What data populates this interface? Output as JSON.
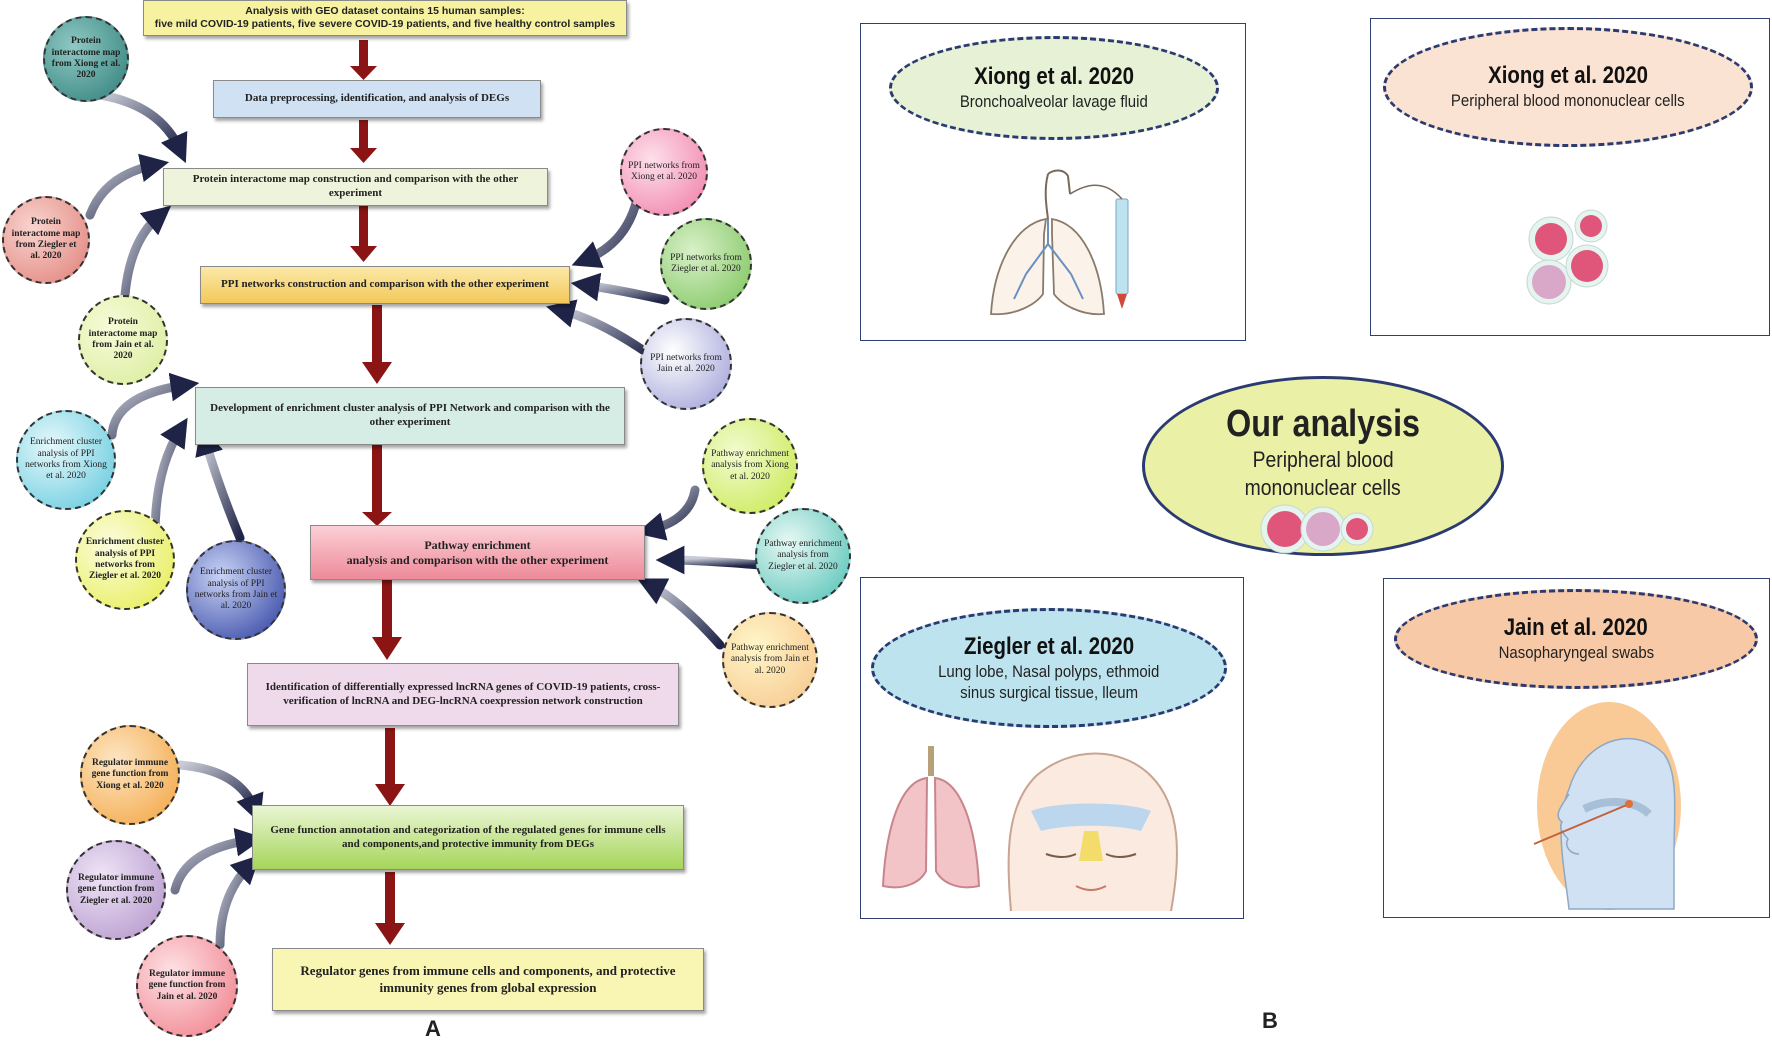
{
  "panel_a": {
    "label": "A",
    "steps": [
      {
        "text": "Analysis with GEO dataset contains 15 human samples:\nfive mild COVID-19 patients, five severe COVID-19 patients, and five healthy control samples"
      },
      {
        "text": "Data preprocessing, identification, and analysis of DEGs"
      },
      {
        "text": "Protein interactome map construction and comparison with the other experiment"
      },
      {
        "text": "PPI networks construction and comparison with the other experiment"
      },
      {
        "text": "Development of enrichment cluster analysis of PPI Network and comparison with the other experiment"
      },
      {
        "text": "Pathway enrichment\nanalysis and comparison with the other experiment"
      },
      {
        "text": "Identification of differentially expressed lncRNA genes of COVID-19 patients, cross-verification of  lncRNA and DEG-lncRNA coexpression network construction"
      },
      {
        "text": "Gene function annotation and categorization of the regulated  genes for immune cells and  components,and protective immunity from DEGs"
      },
      {
        "text": "Regulator genes from immune cells and components, and protective immunity genes from global expression"
      }
    ],
    "circles": [
      {
        "text": "Protein interactome map from Xiong et al. 2020",
        "color": "#2f7d78"
      },
      {
        "text": "Protein interactome map from Ziegler  et al. 2020",
        "color": "#e07f78"
      },
      {
        "text": "Protein interactome map from Jain et al. 2020",
        "color": "#d9ec9a"
      },
      {
        "text": "PPI networks from Xiong et al. 2020",
        "color": "#f07aa6"
      },
      {
        "text": "PPI networks from Ziegler  et al. 2020",
        "color": "#7ac35a"
      },
      {
        "text": "PPI networks from Jain et al. 2020",
        "color": "#9a9ad6"
      },
      {
        "text": "Enrichment cluster analysis of PPI networks from Xiong et al. 2020",
        "color": "#5cc7dc"
      },
      {
        "text": "Enrichment cluster analysis of PPI networks from Ziegler et al. 2020",
        "color": "#e5ec4a"
      },
      {
        "text": "Enrichment cluster analysis of PPI networks from Jain et al. 2020",
        "color": "#2a3c9e"
      },
      {
        "text": "Pathway enrichment analysis from Xiong et al. 2020",
        "color": "#c7e84a"
      },
      {
        "text": "Pathway enrichment analysis from Ziegler et al. 2020",
        "color": "#4cc0b4"
      },
      {
        "text": "Pathway enrichment analysis from Jain et al. 2020",
        "color": "#f6c48a"
      },
      {
        "text": "Regulator immune gene function from Xiong et al. 2020",
        "color": "#f2a23c"
      },
      {
        "text": "Regulator immune gene function from Ziegler et al. 2020",
        "color": "#b092c9"
      },
      {
        "text": "Regulator immune gene function from Jain et al. 2020",
        "color": "#f07a86"
      }
    ]
  },
  "panel_b": {
    "label": "B",
    "xiong_balf": {
      "title": "Xiong et al. 2020",
      "subtitle": "Bronchoalveolar  lavage fluid"
    },
    "xiong_pbmc": {
      "title": "Xiong et al. 2020",
      "subtitle": "Peripheral blood mononuclear  cells"
    },
    "ours": {
      "title": "Our analysis",
      "line1": "Peripheral blood",
      "line2": "mononuclear  cells"
    },
    "ziegler": {
      "title": "Ziegler et al. 2020",
      "line1": "Lung lobe, Nasal polyps, ethmoid",
      "line2": "sinus surgical tissue, lleum"
    },
    "jain": {
      "title": "Jain et al. 2020",
      "subtitle": "Nasopharyngeal swabs"
    }
  }
}
